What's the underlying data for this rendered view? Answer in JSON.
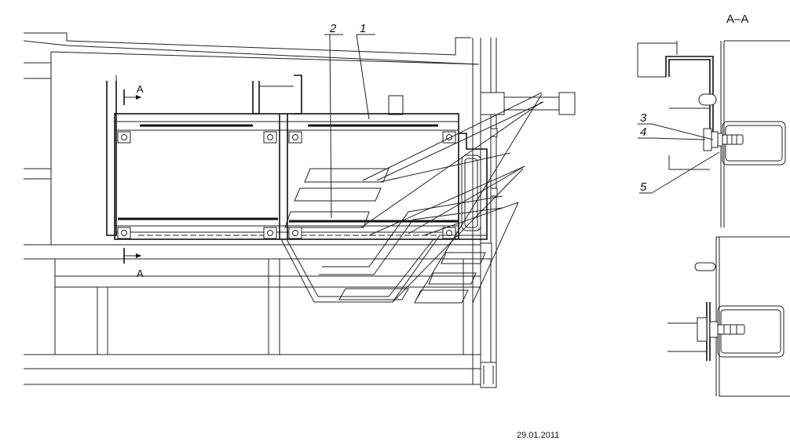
{
  "section_title": "A–A",
  "section_marks": {
    "top": "A",
    "bottom": "A"
  },
  "callouts": [
    {
      "id": "1",
      "text": "1"
    },
    {
      "id": "2",
      "text": "2"
    },
    {
      "id": "3",
      "text": "3"
    },
    {
      "id": "4",
      "text": "4"
    },
    {
      "id": "5",
      "text": "5"
    }
  ],
  "footer_date": "29.01.2011"
}
